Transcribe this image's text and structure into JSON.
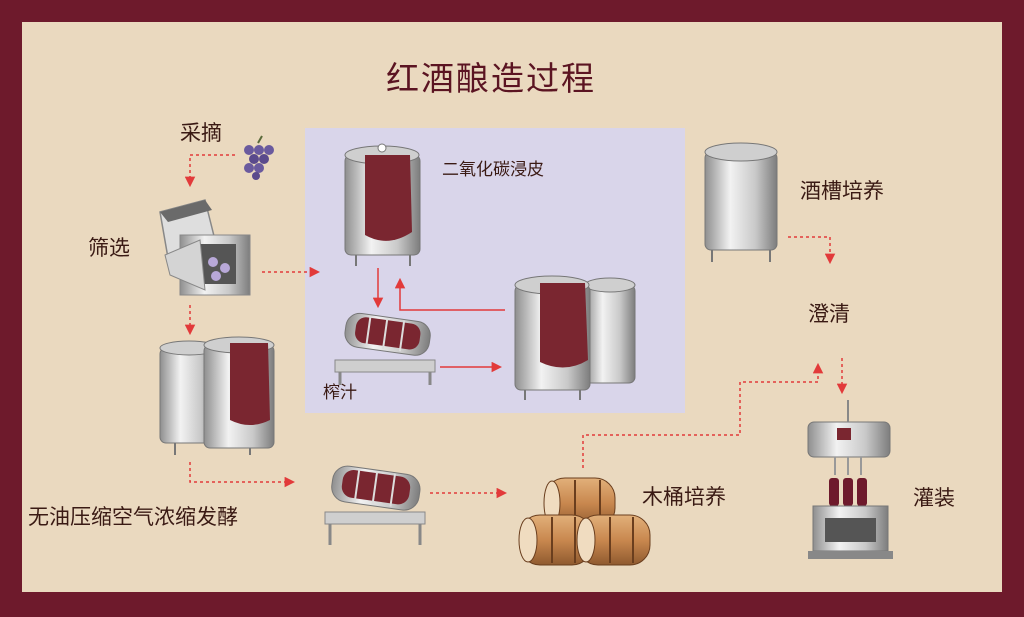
{
  "title": "红酒酿造过程",
  "steps": {
    "picking": "采摘",
    "sorting": "筛选",
    "maceration": "二氧化碳浸皮",
    "pressing": "榨汁",
    "fermentation": "无油压缩空气浓缩发酵",
    "barrel_aging": "木桶培养",
    "tank_aging": "酒槽培养",
    "clarification": "澄清",
    "bottling": "灌装"
  },
  "colors": {
    "frame": "#6e1a2c",
    "background": "#ead9bf",
    "panel": "#d9d5ea",
    "wine": "#7a2630",
    "arrow": "#e23a3a"
  }
}
